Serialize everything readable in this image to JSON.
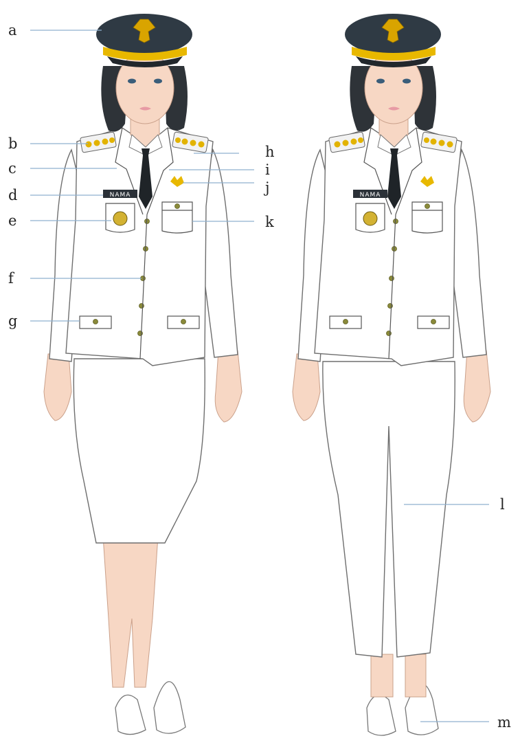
{
  "colors": {
    "cap": "#2f3a44",
    "cap_band": "#e8b800",
    "insignia": "#d9a400",
    "tie": "#1f2428",
    "name_tag": "#2b3138",
    "leader_line": "#8fb0cf"
  },
  "figures": [
    {
      "id": "skirt-uniform",
      "name_tag_text": "NAMA",
      "callouts_left": [
        "a",
        "b",
        "c",
        "d",
        "e",
        "f",
        "g"
      ],
      "callouts_right": [
        "h",
        "i",
        "j",
        "k"
      ]
    },
    {
      "id": "trouser-uniform",
      "name_tag_text": "NAMA",
      "callouts_right": [
        "l",
        "m"
      ]
    }
  ]
}
